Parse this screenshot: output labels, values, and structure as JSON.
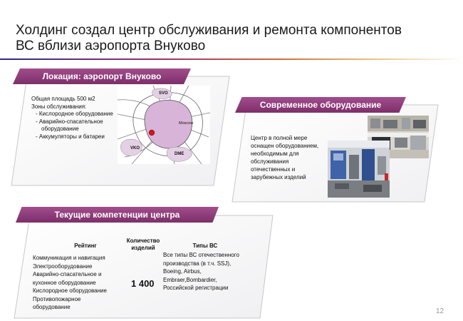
{
  "slide": {
    "title_line1": "Холдинг создал центр обслуживания и ремонта компонентов",
    "title_line2": "ВС вблизи аэропорта Внуково",
    "page_number": "12"
  },
  "location": {
    "banner": "Локация: аэропорт Внуково",
    "area": "Общая площадь 500 м2",
    "zones_title": "Зоны обслуживания:",
    "zones": [
      "- Кислородное оборудование",
      "- Аварийно-спасательное",
      "оборудование",
      "- Аккумуляторы и батареи"
    ],
    "map_labels": {
      "svo": "SVO",
      "moscow": "Moscow",
      "vko": "VKO",
      "dme": "DME"
    },
    "colors": {
      "city": "#d8b4d8",
      "marker": "#d11a1a"
    }
  },
  "equipment": {
    "banner": "Современное оборудование",
    "description_lines": [
      "Центр в полной мере",
      "оснащен оборудованием,",
      "необходимым для",
      "обслуживания",
      "отечественных и",
      "зарубежных изделий"
    ]
  },
  "competencies": {
    "banner": "Текущие  компетенции центра",
    "headers": {
      "rating": "Рейтинг",
      "qty_line1": "Количество",
      "qty_line2": "изделий",
      "types": "Типы ВС"
    },
    "ratings": [
      "Коммуникация и навигация",
      "Электрооборудование",
      "Аварийно-спасательное и",
      "кухонное оборудование",
      "Кислородное оборудование",
      "Противопожарное",
      "оборудование"
    ],
    "quantity": "1 400",
    "types_lines": [
      "Все типы  ВС отечественного",
      "производства (в т.ч. SSJ),",
      "Boeing, Airbus,",
      "Embraer,Bombardier,",
      "Российской регистрации"
    ]
  },
  "theme": {
    "banner_color": "#8b3a78",
    "title_rule_start": "#2a2a8a"
  }
}
